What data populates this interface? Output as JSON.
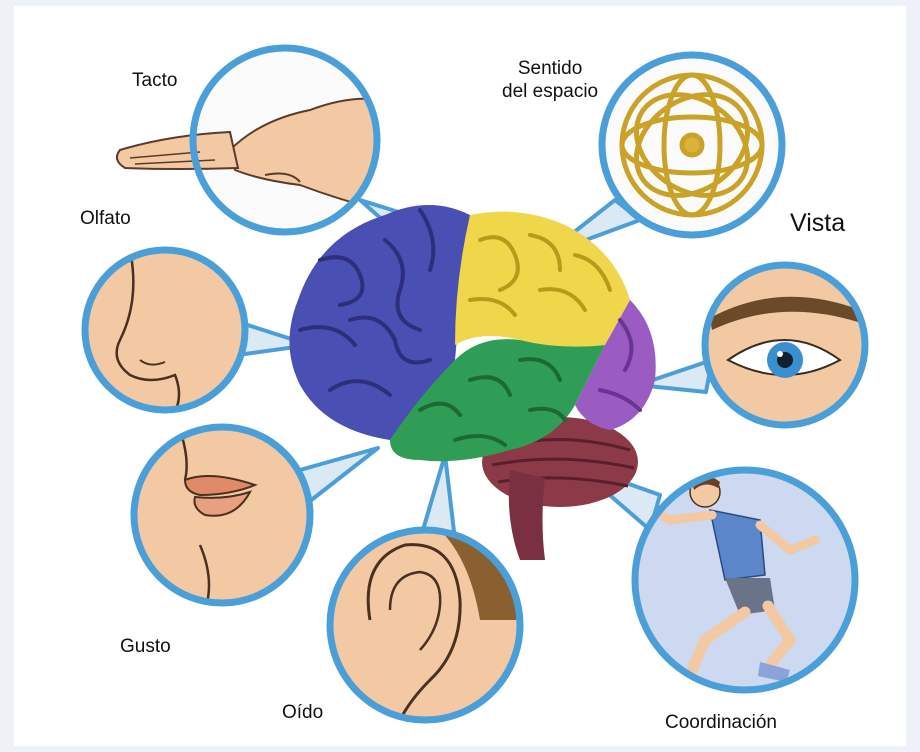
{
  "labels": {
    "tacto": "Tacto",
    "espacio_line1": "Sentido",
    "espacio_line2": "del espacio",
    "vista": "Vista",
    "olfato": "Olfato",
    "gusto": "Gusto",
    "oido": "Oído",
    "coordinacion": "Coordinación"
  },
  "colors": {
    "frontal_lobe": "#4a4fb3",
    "parietal_lobe": "#f0d64a",
    "temporal_lobe": "#2f9d55",
    "occipital_lobe": "#9a5cc2",
    "cerebellum": "#8d3a48",
    "circle_border": "#4a9fd8",
    "skin": "#f2c9a2"
  }
}
